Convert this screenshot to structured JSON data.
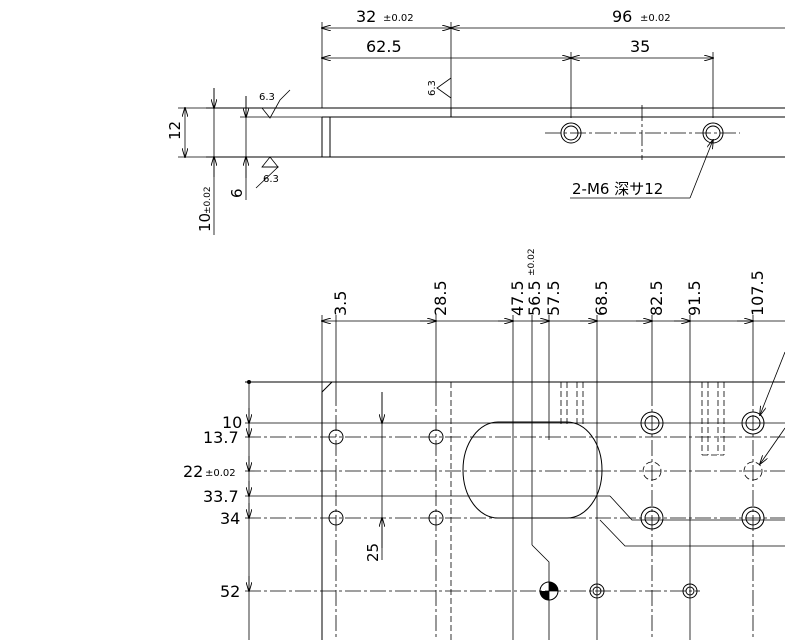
{
  "top_view": {
    "dim_32": "32",
    "tol_32": "±0.02",
    "dim_96": "96",
    "tol_96": "±0.02",
    "dim_62_5": "62.5",
    "dim_35": "35",
    "rough_top_mid": "6.3",
    "rough_left_top": "6.3",
    "rough_left_bottom": "6.3",
    "dim_12": "12",
    "dim_6": "6",
    "dim_10": "10",
    "tol_10": "±0.02",
    "callout": "2-M6 深サ12"
  },
  "plan_view": {
    "x_labels": [
      "3.5",
      "28.5",
      "47.5",
      "56.5",
      "57.5",
      "68.5",
      "82.5",
      "91.5",
      "107.5"
    ],
    "tol_56_5": "±0.02",
    "y_labels": {
      "y10": "10",
      "y13_7": "13.7",
      "y22": "22",
      "tol_22": "±0.02",
      "y33_7": "33.7",
      "y34": "34",
      "y52": "52"
    },
    "dim_25": "25"
  }
}
